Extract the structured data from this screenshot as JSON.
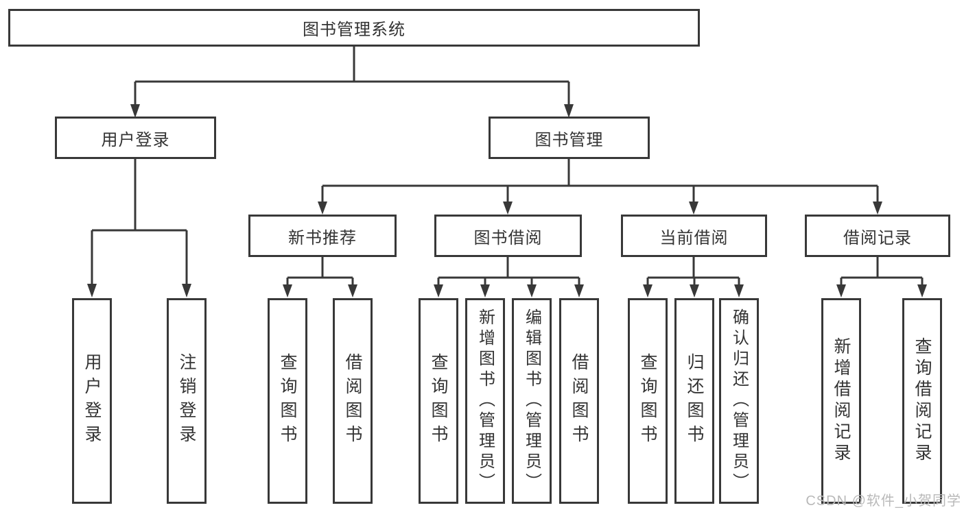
{
  "diagram": {
    "type": "hierarchy",
    "root": {
      "label": "图书管理系统",
      "children": [
        {
          "label": "用户登录",
          "children": [
            {
              "label": "用户登录"
            },
            {
              "label": "注销登录"
            }
          ]
        },
        {
          "label": "图书管理",
          "children": [
            {
              "label": "新书推荐",
              "children": [
                {
                  "label": "查询图书"
                },
                {
                  "label": "借阅图书"
                }
              ]
            },
            {
              "label": "图书借阅",
              "children": [
                {
                  "label": "查询图书"
                },
                {
                  "label": "新增图书（管理员）"
                },
                {
                  "label": "编辑图书（管理员）"
                },
                {
                  "label": "借阅图书"
                }
              ]
            },
            {
              "label": "当前借阅",
              "children": [
                {
                  "label": "查询图书"
                },
                {
                  "label": "归还图书"
                },
                {
                  "label": "确认归还（管理员）"
                }
              ]
            },
            {
              "label": "借阅记录",
              "children": [
                {
                  "label": "新增借阅记录"
                },
                {
                  "label": "查询借阅记录"
                }
              ]
            }
          ]
        }
      ]
    },
    "line_color": "#383838",
    "box_background": "#ffffff"
  },
  "watermark": "CSDN @软件_小贺同学"
}
